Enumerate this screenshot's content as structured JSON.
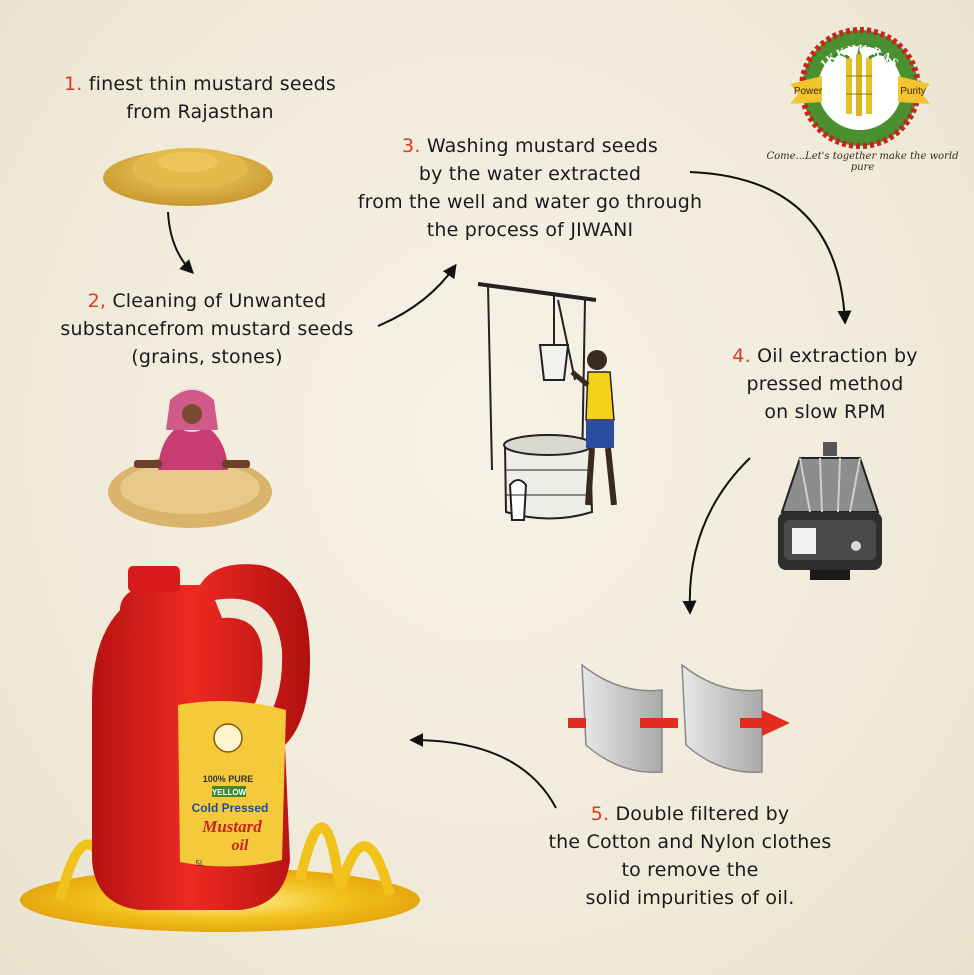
{
  "logo": {
    "brand": "IKKHU RAS",
    "left_label": "Power",
    "right_label": "Purity",
    "tagline": "Come...Let's together make the world pure"
  },
  "steps": [
    {
      "number": "1.",
      "lines": [
        "finest thin mustard seeds",
        "from Rajasthan"
      ]
    },
    {
      "number": "2,",
      "lines": [
        "Cleaning of Unwanted",
        "substancefrom mustard seeds",
        "(grains, stones)"
      ]
    },
    {
      "number": "3.",
      "lines": [
        "Washing mustard seeds",
        "by the water extracted",
        "from the well and water go through",
        "the process of JIWANI"
      ]
    },
    {
      "number": "4.",
      "lines": [
        "Oil extraction by",
        "pressed method",
        "on slow RPM"
      ]
    },
    {
      "number": "5.",
      "lines": [
        "Double filtered by",
        "the Cotton and Nylon clothes",
        "to remove the",
        "solid impurities of oil."
      ]
    }
  ],
  "product_label": {
    "purity": "100% PURE",
    "variety": "YELLOW",
    "name": "Cold Pressed",
    "product_line1": "Mustard",
    "product_line2": "oil",
    "volume": "5L"
  },
  "colors": {
    "step_number": "#e0371f",
    "jug_red": "#e01e1e",
    "oil_yellow": "#f2c21c",
    "logo_green": "#3f8a2e",
    "logo_ring_red": "#c8241f",
    "logo_ribbon_yellow": "#f4c430",
    "filter_arrow": "#e32b1f",
    "filter_cloth": "#c9c9c9"
  },
  "icons": [
    "mustard-seeds-pile",
    "woman-sieving-grain",
    "village-well",
    "oil-expeller-machine",
    "filter-cloth",
    "mustard-oil-jug"
  ]
}
